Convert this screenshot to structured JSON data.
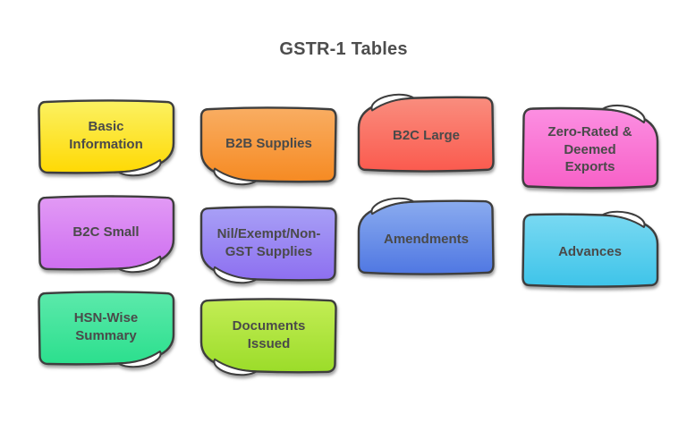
{
  "title": "GSTR-1 Tables",
  "colors": {
    "title_text": "#4d4d4d",
    "note_text": "#4a4a4a",
    "note_outline": "#3e3e3e",
    "background": "#ffffff"
  },
  "notes": [
    {
      "label": "Basic\nInformation",
      "color_top": "#fbf162",
      "color_bottom": "#ffd903"
    },
    {
      "label": "B2B Supplies",
      "color_top": "#f9ad62",
      "color_bottom": "#f68a22"
    },
    {
      "label": "B2C Large",
      "color_top": "#f98d7e",
      "color_bottom": "#fb5a4e"
    },
    {
      "label": "Zero-Rated &\nDeemed\nExports",
      "color_top": "#fc8fe2",
      "color_bottom": "#f760c7"
    },
    {
      "label": "B2C Small",
      "color_top": "#e29af5",
      "color_bottom": "#ce6ef0"
    },
    {
      "label": "Nil/Exempt/Non-\nGST Supplies",
      "color_top": "#a8a0f6",
      "color_bottom": "#8d6ff0"
    },
    {
      "label": "Amendments",
      "color_top": "#8aabef",
      "color_bottom": "#4f77e2"
    },
    {
      "label": "Advances",
      "color_top": "#79d9f2",
      "color_bottom": "#3ec4e9"
    },
    {
      "label": "HSN-Wise\nSummary",
      "color_top": "#5ce9ab",
      "color_bottom": "#2bdf8d"
    },
    {
      "label": "Documents\nIssued",
      "color_top": "#c3ed55",
      "color_bottom": "#9bdc29"
    }
  ]
}
